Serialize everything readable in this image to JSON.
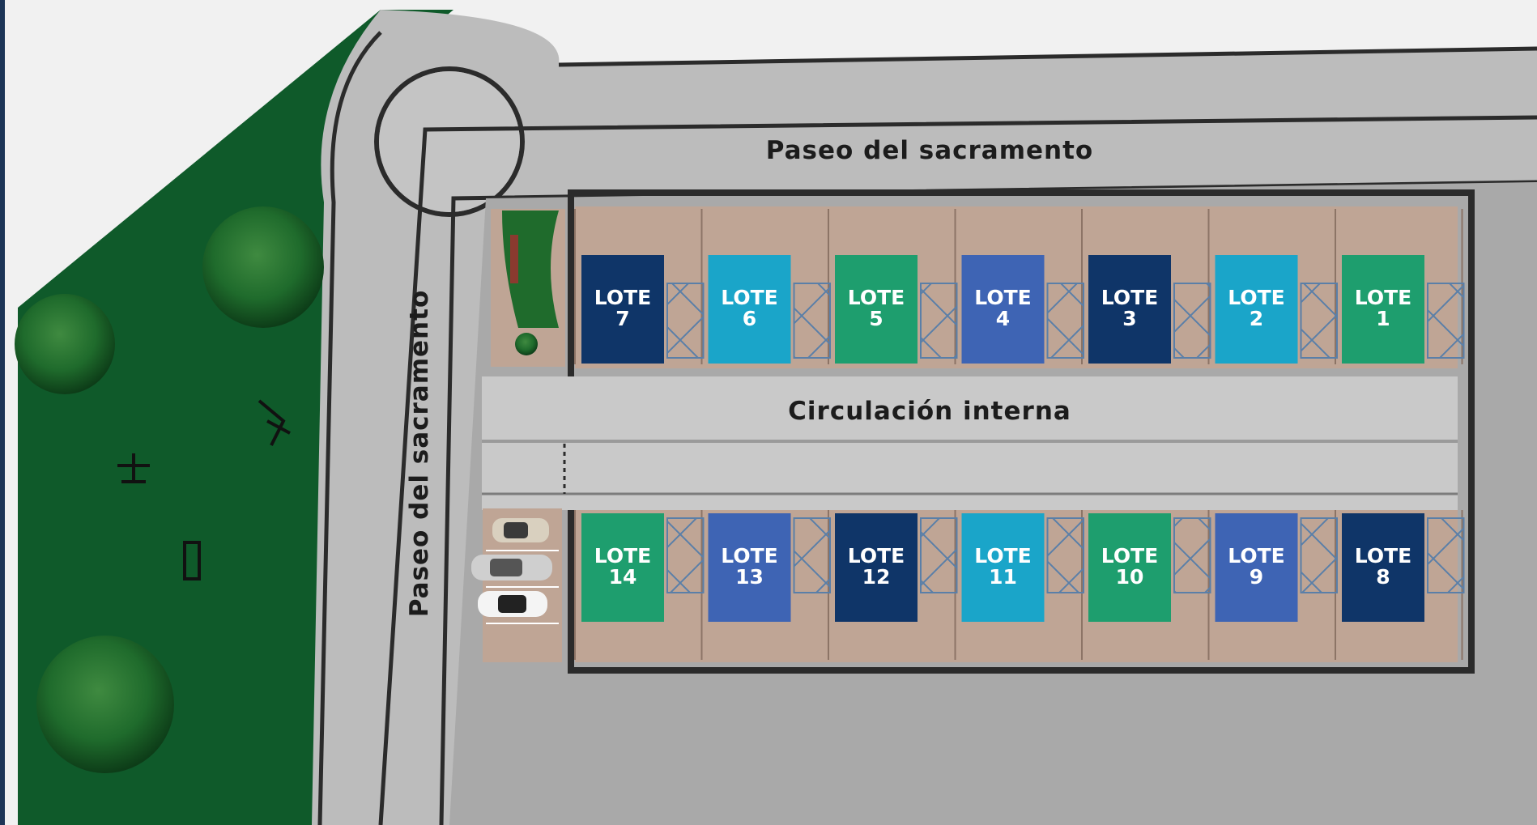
{
  "streets": {
    "top": "Paseo del sacramento",
    "side": "Paseo del sacramento",
    "internal": "Circulación interna"
  },
  "lot_prefix": "LOTE",
  "lots_top": [
    {
      "number": "7",
      "color": "#0f3568"
    },
    {
      "number": "6",
      "color": "#1aa5c9"
    },
    {
      "number": "5",
      "color": "#1e9e6e"
    },
    {
      "number": "4",
      "color": "#3e64b4"
    },
    {
      "number": "3",
      "color": "#0f3568"
    },
    {
      "number": "2",
      "color": "#1aa5c9"
    },
    {
      "number": "1",
      "color": "#1e9e6e"
    }
  ],
  "lots_bottom": [
    {
      "number": "14",
      "color": "#1e9e6e"
    },
    {
      "number": "13",
      "color": "#3e64b4"
    },
    {
      "number": "12",
      "color": "#0f3568"
    },
    {
      "number": "11",
      "color": "#1aa5c9"
    },
    {
      "number": "10",
      "color": "#1e9e6e"
    },
    {
      "number": "9",
      "color": "#3e64b4"
    },
    {
      "number": "8",
      "color": "#0f3568"
    }
  ],
  "colors": {
    "park": "#0f5a2a",
    "road": "#bcbcbc",
    "internal_road": "#cfcfcf",
    "lot_ground": "#bfa595",
    "border": "#2b2b2b",
    "tree": "#1f6b2c"
  }
}
